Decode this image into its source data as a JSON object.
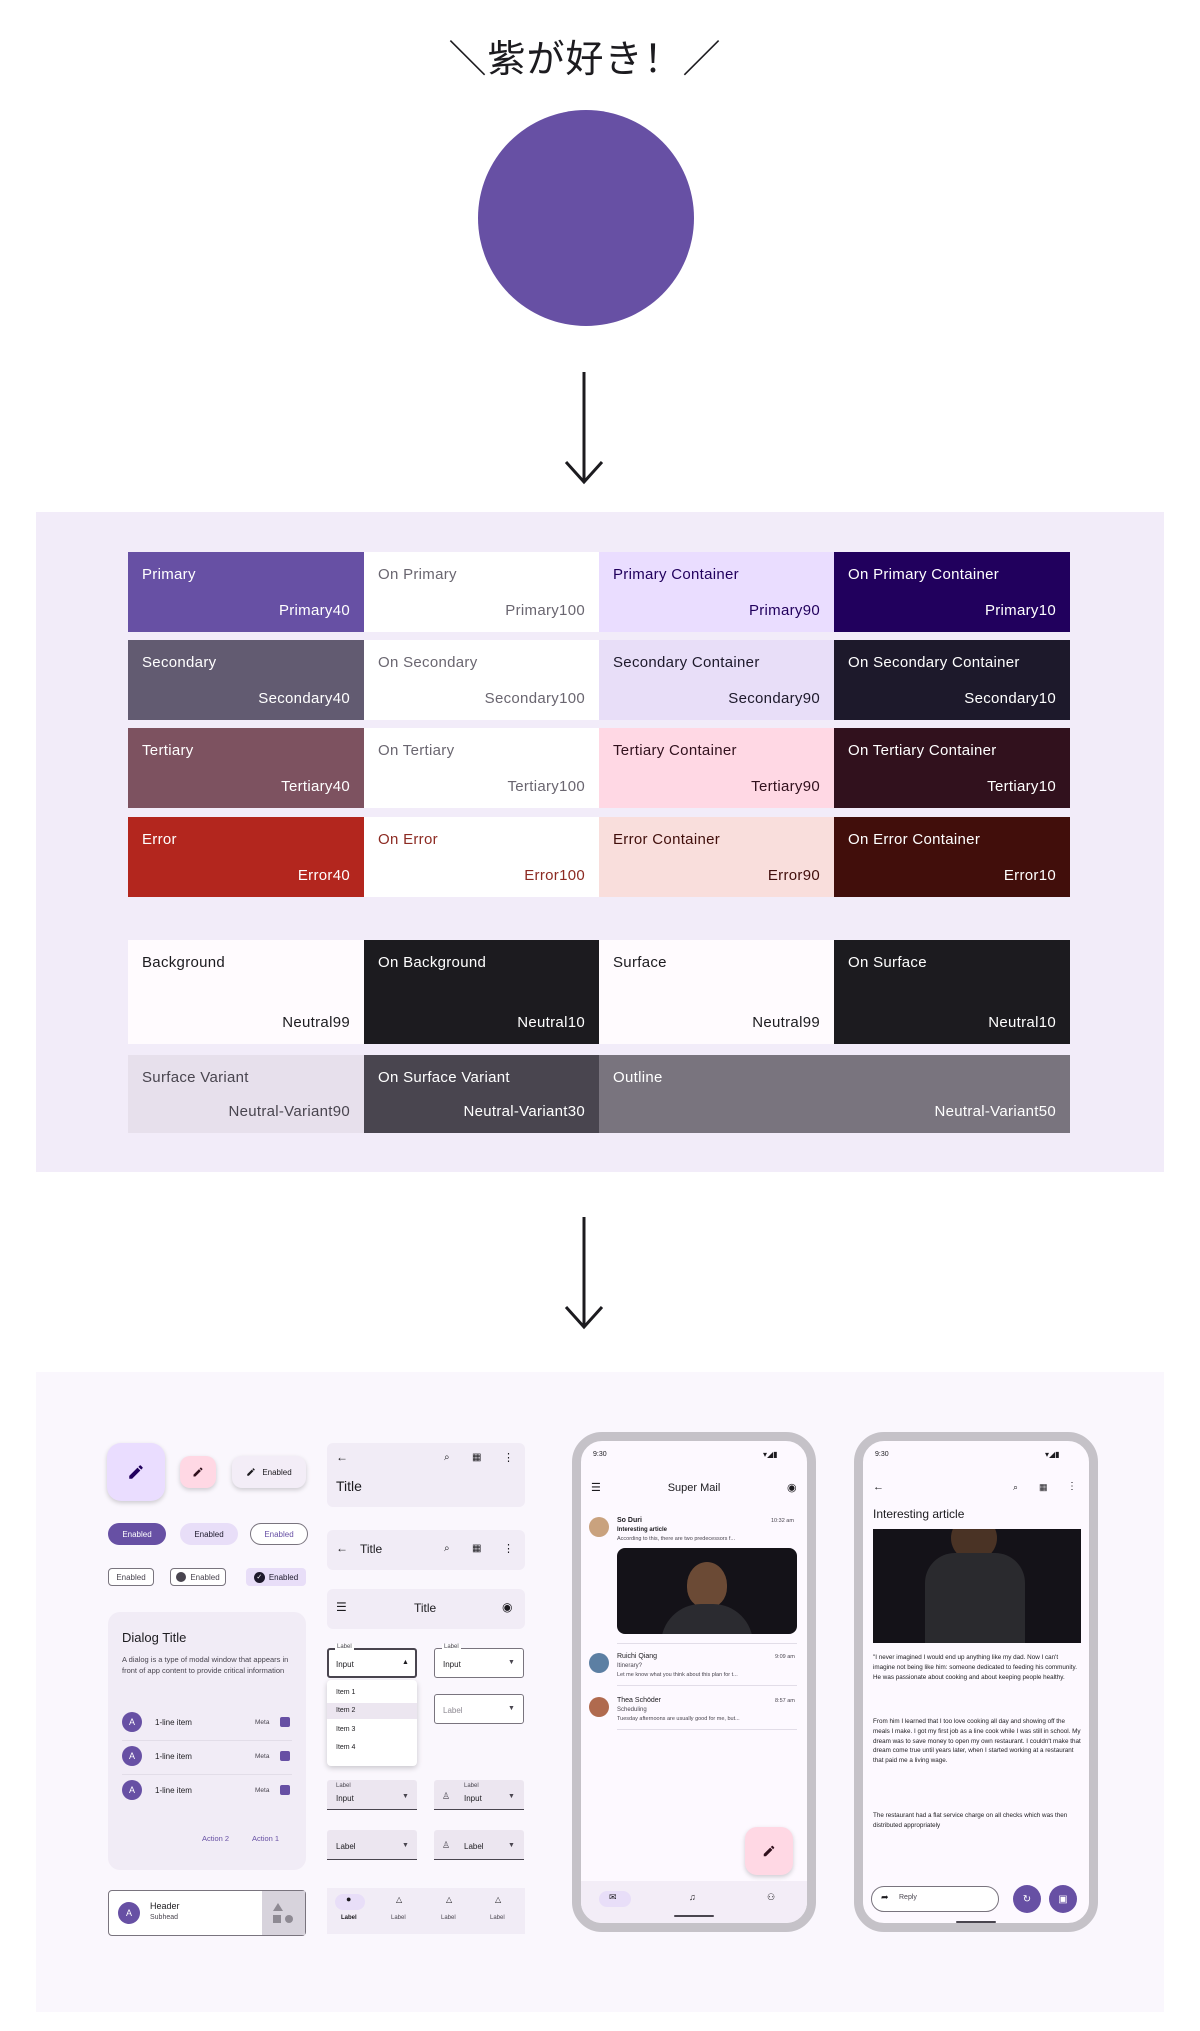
{
  "title": "＼紫が好き！／",
  "colors": {
    "seed": "#6750a4",
    "arrow": "#1c1b1f"
  },
  "palette": {
    "rows": [
      [
        {
          "name": "Primary",
          "token": "Primary40",
          "bg": "#6750a4",
          "fg": "#ffffff"
        },
        {
          "name": "On Primary",
          "token": "Primary100",
          "bg": "#ffffff",
          "fg": "#6a6670"
        },
        {
          "name": "Primary Container",
          "token": "Primary90",
          "bg": "#eaddff",
          "fg": "#21005d"
        },
        {
          "name": "On Primary Container",
          "token": "Primary10",
          "bg": "#21005d",
          "fg": "#ffffff"
        }
      ],
      [
        {
          "name": "Secondary",
          "token": "Secondary40",
          "bg": "#625b71",
          "fg": "#ffffff"
        },
        {
          "name": "On Secondary",
          "token": "Secondary100",
          "bg": "#ffffff",
          "fg": "#6a6670"
        },
        {
          "name": "Secondary Container",
          "token": "Secondary90",
          "bg": "#e8def8",
          "fg": "#1d192b"
        },
        {
          "name": "On Secondary Container",
          "token": "Secondary10",
          "bg": "#1d192b",
          "fg": "#ffffff"
        }
      ],
      [
        {
          "name": "Tertiary",
          "token": "Tertiary40",
          "bg": "#7d5260",
          "fg": "#ffffff"
        },
        {
          "name": "On Tertiary",
          "token": "Tertiary100",
          "bg": "#ffffff",
          "fg": "#6a6670"
        },
        {
          "name": "Tertiary Container",
          "token": "Tertiary90",
          "bg": "#ffd8e4",
          "fg": "#31111d"
        },
        {
          "name": "On Tertiary Container",
          "token": "Tertiary10",
          "bg": "#31111d",
          "fg": "#ffffff"
        }
      ],
      [
        {
          "name": "Error",
          "token": "Error40",
          "bg": "#b3261e",
          "fg": "#ffffff"
        },
        {
          "name": "On Error",
          "token": "Error100",
          "bg": "#ffffff",
          "fg": "#8c2a22"
        },
        {
          "name": "Error Container",
          "token": "Error90",
          "bg": "#f9dedc",
          "fg": "#410e0b"
        },
        {
          "name": "On Error Container",
          "token": "Error10",
          "bg": "#410e0b",
          "fg": "#ffffff"
        }
      ]
    ],
    "neutral_rows": [
      [
        {
          "name": "Background",
          "token": "Neutral99",
          "bg": "#fffbfe",
          "fg": "#1c1b1f"
        },
        {
          "name": "On Background",
          "token": "Neutral10",
          "bg": "#1c1b1f",
          "fg": "#ffffff"
        },
        {
          "name": "Surface",
          "token": "Neutral99",
          "bg": "#fffbfe",
          "fg": "#1c1b1f"
        },
        {
          "name": "On Surface",
          "token": "Neutral10",
          "bg": "#1c1b1f",
          "fg": "#ffffff"
        }
      ],
      [
        {
          "name": "Surface Variant",
          "token": "Neutral-Variant90",
          "bg": "#e7e0ec",
          "fg": "#49454f"
        },
        {
          "name": "On Surface Variant",
          "token": "Neutral-Variant30",
          "bg": "#49454f",
          "fg": "#ffffff"
        },
        {
          "name": "Outline",
          "token": "Neutral-Variant50",
          "bg": "#79747e",
          "fg": "#ffffff"
        }
      ]
    ]
  },
  "components": {
    "enabled": "Enabled",
    "dialog": {
      "title": "Dialog Title",
      "body": "A dialog is a type of modal window that appears in front of app content to provide critical information",
      "list": [
        {
          "avatar": "A",
          "label": "1-line item",
          "meta": "Meta"
        },
        {
          "avatar": "A",
          "label": "1-line item",
          "meta": "Meta"
        },
        {
          "avatar": "A",
          "label": "1-line item",
          "meta": "Meta"
        }
      ],
      "action2": "Action 2",
      "action1": "Action 1"
    },
    "card": {
      "avatar": "A",
      "header": "Header",
      "subhead": "Subhead"
    },
    "appbar": {
      "title": "Title"
    },
    "fields": {
      "label": "Label",
      "input": "Input",
      "menu": [
        "Item 1",
        "Item 2",
        "Item 3",
        "Item 4"
      ]
    },
    "navbar": {
      "labels": [
        "Label",
        "Label",
        "Label",
        "Label"
      ]
    }
  },
  "mail_phone": {
    "time": "9:30",
    "title": "Super Mail",
    "messages": [
      {
        "sender": "So Duri",
        "time": "10:32 am",
        "subject": "Interesting article",
        "preview": "According to this, there are two predecessors f..."
      },
      {
        "sender": "Ruichi Qiang",
        "time": "9:09 am",
        "subject": "Itinerary?",
        "preview": "Let me know what you think about this plan for t..."
      },
      {
        "sender": "Thea Schöder",
        "time": "8:57 am",
        "subject": "Scheduling",
        "preview": "Tuesday afternoons are usually good for me, but..."
      }
    ]
  },
  "article_phone": {
    "time": "9:30",
    "title": "Interesting article",
    "paragraphs": [
      "\"I never imagined I would end up anything like my dad. Now I can't imagine not being like him: someone dedicated to feeding his community. He was passionate about cooking and about keeping people healthy.",
      "From him I learned that I too love cooking all day and showing off the meals I make. I got my first job as a line cook while I was still in school. My dream was to save money to open my own restaurant. I couldn't make that dream come true until years later, when I started working at a restaurant that paid me a living wage.",
      "The restaurant had a flat service charge on all checks which was then distributed appropriately"
    ],
    "reply": "Reply"
  }
}
